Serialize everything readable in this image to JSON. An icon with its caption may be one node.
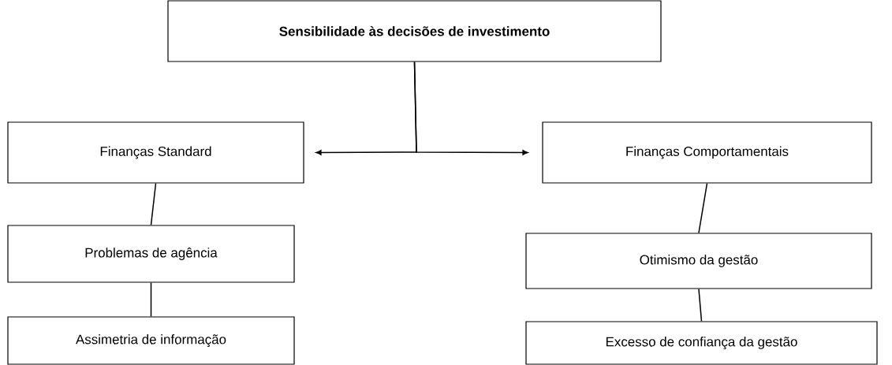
{
  "diagram": {
    "nodes": [
      {
        "text": [
          "Sensibilidade às decisões de investimento"
        ]
      },
      {
        "text": [
          "Finanças Standard"
        ]
      },
      {
        "text": [
          "Finanças Comportamentais"
        ]
      },
      {
        "text": [
          "Problemas de agência"
        ]
      },
      {
        "text": [
          "Otimismo da gestão"
        ]
      },
      {
        "text": [
          "Assimetria de informação"
        ]
      },
      {
        "text": [
          "Excesso de confiança da gestão"
        ]
      }
    ],
    "edges": [
      {
        "from": 0,
        "to": 1,
        "arrow": "to"
      },
      {
        "from": 0,
        "to": 2,
        "arrow": "to"
      },
      {
        "from": 1,
        "to": 3,
        "arrow": "none"
      },
      {
        "from": 3,
        "to": 5,
        "arrow": "none"
      },
      {
        "from": 2,
        "to": 4,
        "arrow": "none"
      },
      {
        "from": 4,
        "to": 6,
        "arrow": "none"
      }
    ]
  }
}
